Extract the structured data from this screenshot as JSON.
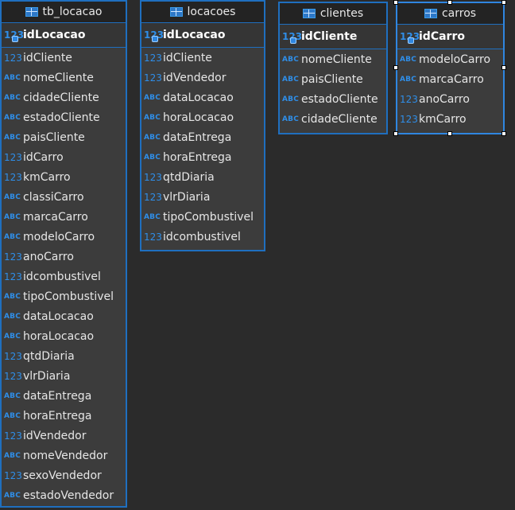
{
  "entities": {
    "tb_locacao": {
      "title": "tb_locacao",
      "pk": {
        "type": "123",
        "name": "idLocacao"
      },
      "columns": [
        {
          "type": "123",
          "name": "idCliente"
        },
        {
          "type": "ABC",
          "name": "nomeCliente"
        },
        {
          "type": "ABC",
          "name": "cidadeCliente"
        },
        {
          "type": "ABC",
          "name": "estadoCliente"
        },
        {
          "type": "ABC",
          "name": "paisCliente"
        },
        {
          "type": "123",
          "name": "idCarro"
        },
        {
          "type": "123",
          "name": "kmCarro"
        },
        {
          "type": "ABC",
          "name": "classiCarro"
        },
        {
          "type": "ABC",
          "name": "marcaCarro"
        },
        {
          "type": "ABC",
          "name": "modeloCarro"
        },
        {
          "type": "123",
          "name": "anoCarro"
        },
        {
          "type": "123",
          "name": "idcombustivel"
        },
        {
          "type": "ABC",
          "name": "tipoCombustivel"
        },
        {
          "type": "ABC",
          "name": "dataLocacao"
        },
        {
          "type": "ABC",
          "name": "horaLocacao"
        },
        {
          "type": "123",
          "name": "qtdDiaria"
        },
        {
          "type": "123",
          "name": "vlrDiaria"
        },
        {
          "type": "ABC",
          "name": "dataEntrega"
        },
        {
          "type": "ABC",
          "name": "horaEntrega"
        },
        {
          "type": "123",
          "name": "idVendedor"
        },
        {
          "type": "ABC",
          "name": "nomeVendedor"
        },
        {
          "type": "123",
          "name": "sexoVendedor"
        },
        {
          "type": "ABC",
          "name": "estadoVendedor"
        }
      ]
    },
    "locacoes": {
      "title": "locacoes",
      "pk": {
        "type": "123",
        "name": "idLocacao"
      },
      "columns": [
        {
          "type": "123",
          "name": "idCliente"
        },
        {
          "type": "123",
          "name": "idVendedor"
        },
        {
          "type": "ABC",
          "name": "dataLocacao"
        },
        {
          "type": "ABC",
          "name": "horaLocacao"
        },
        {
          "type": "ABC",
          "name": "dataEntrega"
        },
        {
          "type": "ABC",
          "name": "horaEntrega"
        },
        {
          "type": "123",
          "name": "qtdDiaria"
        },
        {
          "type": "123",
          "name": "vlrDiaria"
        },
        {
          "type": "ABC",
          "name": "tipoCombustivel"
        },
        {
          "type": "123",
          "name": "idcombustivel"
        }
      ]
    },
    "clientes": {
      "title": "clientes",
      "pk": {
        "type": "123",
        "name": "idCliente"
      },
      "columns": [
        {
          "type": "ABC",
          "name": "nomeCliente"
        },
        {
          "type": "ABC",
          "name": "paisCliente"
        },
        {
          "type": "ABC",
          "name": "estadoCliente"
        },
        {
          "type": "ABC",
          "name": "cidadeCliente"
        }
      ]
    },
    "carros": {
      "title": "carros",
      "pk": {
        "type": "123",
        "name": "idCarro"
      },
      "columns": [
        {
          "type": "ABC",
          "name": "modeloCarro"
        },
        {
          "type": "ABC",
          "name": "marcaCarro"
        },
        {
          "type": "123",
          "name": "anoCarro"
        },
        {
          "type": "123",
          "name": "kmCarro"
        }
      ]
    }
  },
  "colors": {
    "accent": "#1f6fbf",
    "background": "#2b2b2b",
    "panel": "#3c3c3c",
    "type_icon": "#2f8ee8"
  },
  "icons": {
    "table": "table-icon",
    "primary_key": "primary-key-icon",
    "type_string": "abc-type-icon",
    "type_number": "number-type-icon"
  }
}
